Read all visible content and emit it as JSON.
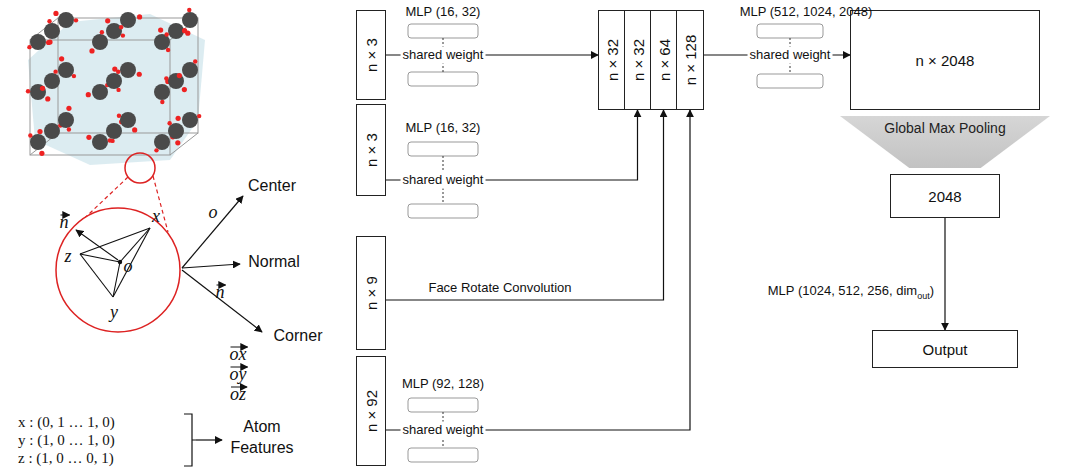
{
  "diagram": {
    "nodes": [
      {
        "text": [
          "n × 3"
        ]
      },
      {
        "text": [
          "n × 3"
        ]
      },
      {
        "text": [
          "n × 9"
        ]
      },
      {
        "text": [
          "n × 92"
        ]
      },
      {
        "text": [
          "n × 32"
        ]
      },
      {
        "text": [
          "n × 32"
        ]
      },
      {
        "text": [
          "n × 64"
        ]
      },
      {
        "text": [
          "n × 128"
        ]
      },
      {
        "text": [
          "n × 2048"
        ]
      },
      {
        "text": [
          "Global Max Pooling"
        ]
      },
      {
        "text": [
          "2048"
        ]
      },
      {
        "text": [
          "Output"
        ]
      }
    ],
    "edges": [
      {
        "from": 0,
        "to": 4,
        "arrow": "to"
      },
      {
        "from": 1,
        "to": 5,
        "arrow": "to"
      },
      {
        "from": 2,
        "to": 6,
        "label": "Face Rotate Convolution",
        "arrow": "to"
      },
      {
        "from": 3,
        "to": 7,
        "arrow": "to"
      },
      {
        "from": 7,
        "to": 8,
        "arrow": "to"
      },
      {
        "from": 10,
        "to": 11,
        "arrow": "to"
      }
    ],
    "labels": [
      "MLP (16, 32)",
      "shared weight",
      "MLP (16, 32)",
      "shared weight",
      "MLP (92, 128)",
      "shared weight",
      "MLP (512, 1024, 2048)",
      "shared weight",
      "MLP (1024, 512, 256, dim",
      "out",
      ")",
      "Center",
      "Normal",
      "Corner",
      "Atom Features",
      "o",
      "n",
      "ox",
      "oy",
      "oz",
      "x",
      "y",
      "z",
      "o",
      "n",
      "x : (0, 1 … 1, 0)",
      "y : (1, 0 … 1, 0)",
      "z : (1, 0 … 0, 1)"
    ]
  }
}
